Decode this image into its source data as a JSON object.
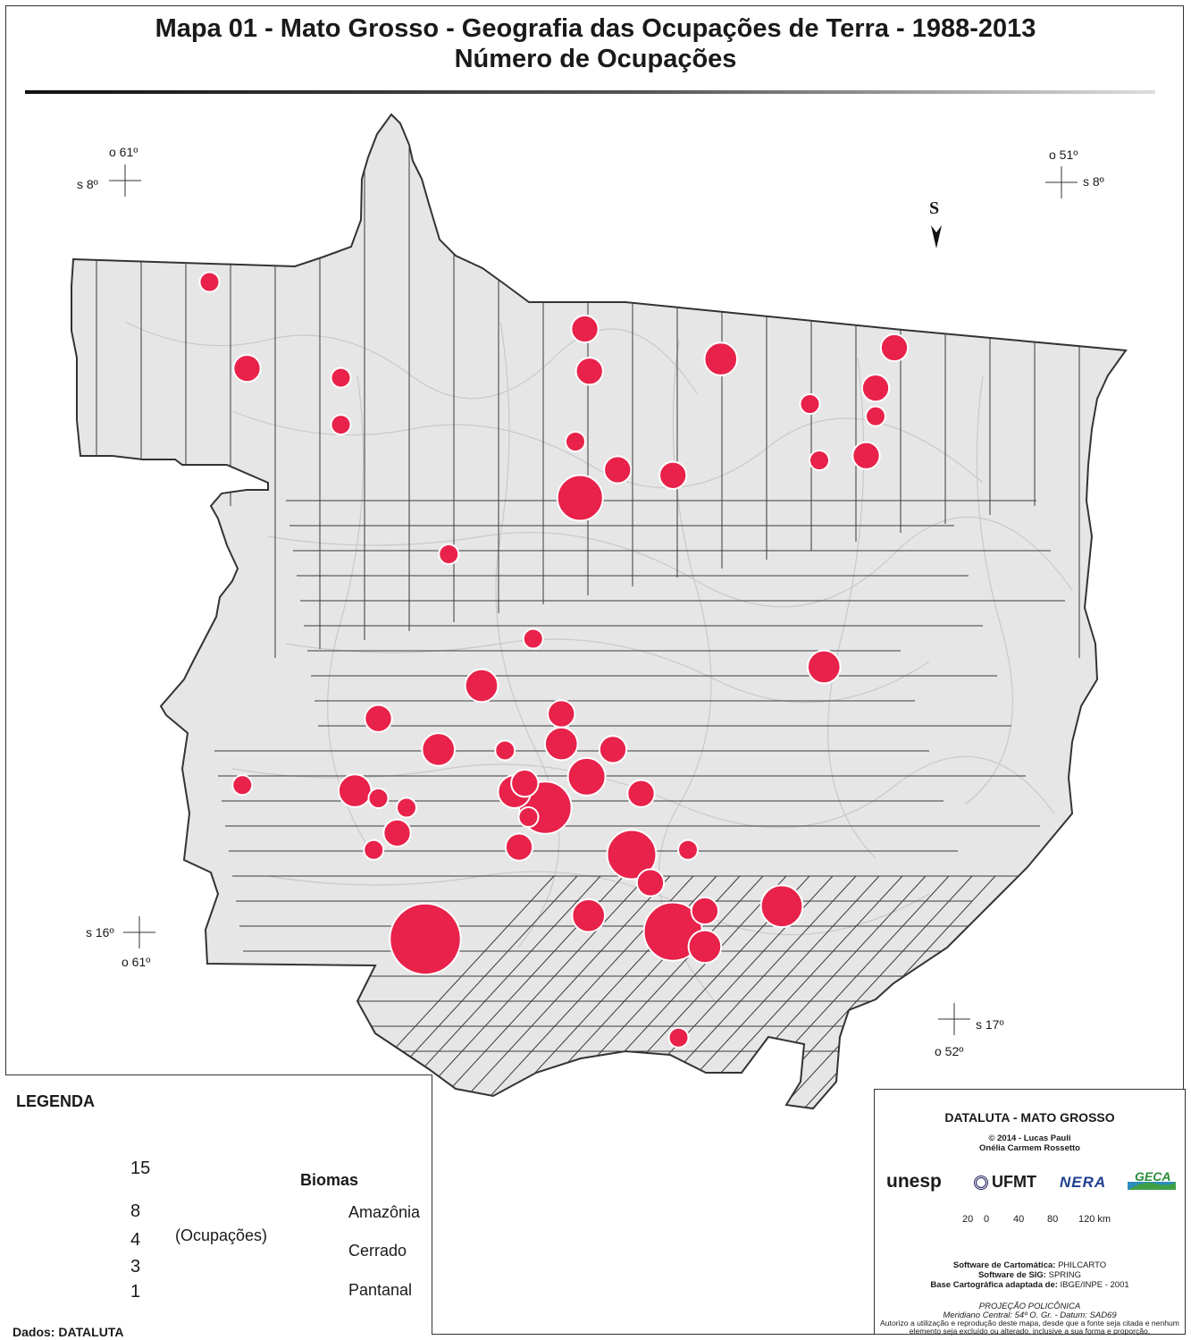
{
  "title": "Mapa 01 - Mato Grosso - Geografia das Ocupações de Terra - 1988-2013",
  "subtitle": "Número de Ocupações",
  "colors": {
    "occupation_circle": "#e8224a",
    "state_fill": "#e6e6e6",
    "outline": "#333333"
  },
  "coordinates": {
    "top_left_lon": "o 61º",
    "top_left_lat": "s 8º",
    "top_right_lon": "o 51º",
    "top_right_lat": "s 8º",
    "bottom_left_lat": "s 16º",
    "bottom_left_lon": "o 61º",
    "bottom_right_lat": "s 17º",
    "bottom_right_lon": "o 52º"
  },
  "north_arrow": {
    "label": "S",
    "icon": "north-arrow-icon"
  },
  "legend": {
    "title": "LEGENDA",
    "size_values": [
      "15",
      "8",
      "4",
      "3",
      "1"
    ],
    "units": "(Ocupações)",
    "biomas_title": "Biomas",
    "biomas": [
      {
        "label": "Amazônia",
        "pattern": "vertical-lines"
      },
      {
        "label": "Cerrado",
        "pattern": "horizontal-lines"
      },
      {
        "label": "Pantanal",
        "pattern": "diagonal-lines"
      }
    ],
    "data_source": "Dados: DATALUTA"
  },
  "credits": {
    "title": "DATALUTA - MATO GROSSO",
    "copyright": "© 2014 - Lucas Pauli",
    "author2": "Onélia Carmem Rossetto",
    "logos": [
      "unesp",
      "UFMT",
      "NERA",
      "GECA"
    ],
    "scale_labels": [
      "20",
      "0",
      "40",
      "80",
      "120 km"
    ],
    "software_carto_label": "Software de Cartomática:",
    "software_carto": "PHILCARTO",
    "software_sig_label": "Software de SIG:",
    "software_sig": "SPRING",
    "base_label": "Base Cartográfica adaptada de:",
    "base": "IBGE/INPE - 2001",
    "projection": "PROJEÇÃO POLICÔNICA",
    "meridian": "Meridiano Central: 54º O. Gr. - Datum: SAD69",
    "note1": "Autorizo a utilização e reprodução deste mapa, desde que a fonte seja citada e nenhum",
    "note2": "elemento seja excluído ou alterado, inclusive a sua forma e proporção."
  },
  "occupations": [
    {
      "lon": -60.1,
      "lat": -9.1,
      "n": 1
    },
    {
      "lon": -59.7,
      "lat": -10.02,
      "n": 2
    },
    {
      "lon": -58.7,
      "lat": -10.12,
      "n": 1
    },
    {
      "lon": -58.7,
      "lat": -10.62,
      "n": 1
    },
    {
      "lon": -56.1,
      "lat": -9.6,
      "n": 2
    },
    {
      "lon": -56.05,
      "lat": -10.05,
      "n": 2
    },
    {
      "lon": -56.2,
      "lat": -10.8,
      "n": 1
    },
    {
      "lon": -55.75,
      "lat": -11.1,
      "n": 2
    },
    {
      "lon": -56.15,
      "lat": -11.4,
      "n": 6
    },
    {
      "lon": -55.16,
      "lat": -11.16,
      "n": 2
    },
    {
      "lon": -54.65,
      "lat": -9.92,
      "n": 3
    },
    {
      "lon": -53.7,
      "lat": -10.4,
      "n": 1
    },
    {
      "lon": -52.8,
      "lat": -9.8,
      "n": 2
    },
    {
      "lon": -53.0,
      "lat": -10.23,
      "n": 2
    },
    {
      "lon": -53.0,
      "lat": -10.53,
      "n": 1
    },
    {
      "lon": -53.1,
      "lat": -10.95,
      "n": 2
    },
    {
      "lon": -53.6,
      "lat": -11.0,
      "n": 1
    },
    {
      "lon": -57.55,
      "lat": -12.0,
      "n": 1
    },
    {
      "lon": -56.65,
      "lat": -12.9,
      "n": 1
    },
    {
      "lon": -53.55,
      "lat": -13.2,
      "n": 3
    },
    {
      "lon": -57.2,
      "lat": -13.4,
      "n": 3
    },
    {
      "lon": -56.35,
      "lat": -13.7,
      "n": 2
    },
    {
      "lon": -56.35,
      "lat": -14.02,
      "n": 3
    },
    {
      "lon": -56.95,
      "lat": -14.09,
      "n": 1
    },
    {
      "lon": -58.3,
      "lat": -13.75,
      "n": 2
    },
    {
      "lon": -57.66,
      "lat": -14.08,
      "n": 3
    },
    {
      "lon": -55.8,
      "lat": -14.08,
      "n": 2
    },
    {
      "lon": -56.08,
      "lat": -14.37,
      "n": 4
    },
    {
      "lon": -56.85,
      "lat": -14.53,
      "n": 3
    },
    {
      "lon": -56.74,
      "lat": -14.44,
      "n": 2
    },
    {
      "lon": -56.52,
      "lat": -14.7,
      "n": 8
    },
    {
      "lon": -55.5,
      "lat": -14.55,
      "n": 2
    },
    {
      "lon": -56.7,
      "lat": -14.8,
      "n": 1
    },
    {
      "lon": -58.55,
      "lat": -14.52,
      "n": 3
    },
    {
      "lon": -58.3,
      "lat": -14.6,
      "n": 1
    },
    {
      "lon": -58.0,
      "lat": -14.7,
      "n": 1
    },
    {
      "lon": -59.75,
      "lat": -14.46,
      "n": 1
    },
    {
      "lon": -58.1,
      "lat": -14.97,
      "n": 2
    },
    {
      "lon": -58.35,
      "lat": -15.15,
      "n": 1
    },
    {
      "lon": -56.8,
      "lat": -15.12,
      "n": 2
    },
    {
      "lon": -55.6,
      "lat": -15.2,
      "n": 7
    },
    {
      "lon": -55.4,
      "lat": -15.5,
      "n": 2
    },
    {
      "lon": -55.0,
      "lat": -15.15,
      "n": 1
    },
    {
      "lon": -56.06,
      "lat": -15.85,
      "n": 3
    },
    {
      "lon": -55.16,
      "lat": -16.02,
      "n": 10
    },
    {
      "lon": -54.82,
      "lat": -15.8,
      "n": 2
    },
    {
      "lon": -54.82,
      "lat": -16.18,
      "n": 3
    },
    {
      "lon": -54.0,
      "lat": -15.75,
      "n": 5
    },
    {
      "lon": -57.8,
      "lat": -16.1,
      "n": 15
    },
    {
      "lon": -55.1,
      "lat": -17.15,
      "n": 1
    }
  ]
}
